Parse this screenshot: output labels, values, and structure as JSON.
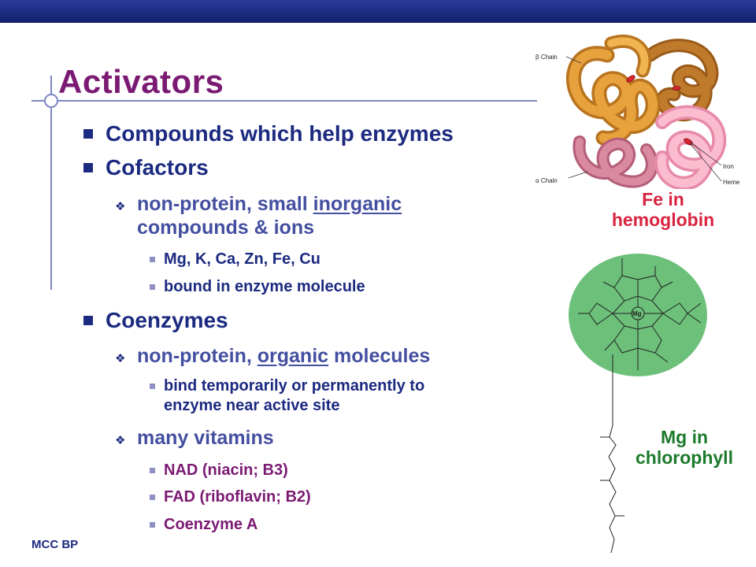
{
  "slide": {
    "title": "Activators",
    "footer": "MCC BP",
    "bullets": {
      "compounds": "Compounds which help enzymes",
      "cofactors": "Cofactors",
      "cofactor_desc_a": "non-protein, small ",
      "cofactor_desc_u": "inorganic",
      "cofactor_desc_b": "compounds & ions",
      "ions": "Mg, K, Ca, Zn, Fe, Cu",
      "bound": "bound in enzyme molecule",
      "coenzymes": "Coenzymes",
      "coenzyme_desc_a": "non-protein, ",
      "coenzyme_desc_u": "organic",
      "coenzyme_desc_b": " molecules",
      "bind_line1": "bind temporarily or permanently to",
      "bind_line2": "enzyme near active site",
      "vitamins": "many vitamins",
      "nad": "NAD (niacin; B3)",
      "fad": "FAD (riboflavin; B2)",
      "coa": "Coenzyme A"
    }
  },
  "hemoglobin_figure": {
    "label_beta_chain": "β Chain",
    "label_alpha_chain": "α Chain",
    "label_iron": "Iron",
    "label_heme": "Heme",
    "caption_line1": "Fe in",
    "caption_line2": "hemoglobin"
  },
  "chlorophyll_figure": {
    "center_atom": "Mg",
    "caption_line1": "Mg in",
    "caption_line2": "chlorophyll"
  },
  "colors": {
    "title": "#7b1a73",
    "text_primary": "#1c2a80",
    "text_secondary": "#444fa0",
    "hemoglobin_caption": "#d9233f",
    "chlorophyll_caption": "#1c7a2b",
    "chlorophyll_blob": "#6cc07a"
  }
}
